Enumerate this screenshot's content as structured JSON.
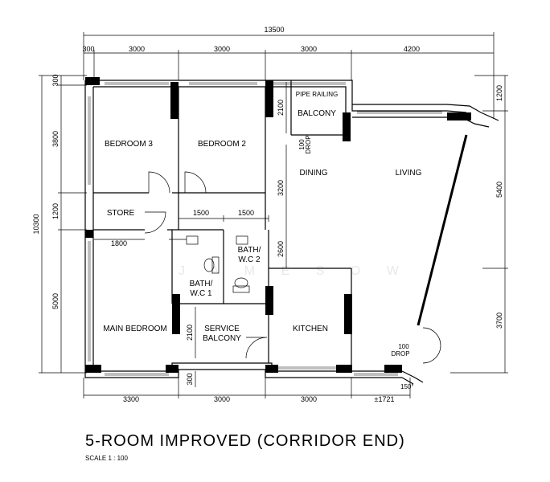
{
  "title": "5-ROOM IMPROVED (CORRIDOR END)",
  "scale": "SCALE 1 : 100",
  "watermark": "J A M E S O W",
  "dimensions": {
    "overall_width": "13500",
    "top": [
      "300",
      "3000",
      "3000",
      "3000",
      "4200"
    ],
    "bottom": [
      "3300",
      "3000",
      "3000",
      "±1721"
    ],
    "left_overall": "10300",
    "left": [
      "300",
      "3800",
      "1200",
      "5000"
    ],
    "right": [
      "1200",
      "5400",
      "3700"
    ],
    "bath_widths": [
      "1500",
      "1500"
    ],
    "internal": [
      "2100",
      "3200",
      "2600",
      "1800",
      "2100",
      "300"
    ]
  },
  "rooms": {
    "bedroom3": "BEDROOM 3",
    "bedroom2": "BEDROOM 2",
    "store": "STORE",
    "main_bedroom": "MAIN BEDROOM",
    "bath1_line1": "BATH/",
    "bath1_line2": "W.C 1",
    "bath2_line1": "BATH/",
    "bath2_line2": "W.C 2",
    "service_balcony_line1": "SERVICE",
    "service_balcony_line2": "BALCONY",
    "kitchen": "KITCHEN",
    "dining": "DINING",
    "living": "LIVING",
    "balcony": "BALCONY",
    "pipe_railing": "PIPE RAILING"
  },
  "annotations": {
    "drop1_top": "100",
    "drop1_bottom": "DROP",
    "drop2_top": "100",
    "drop2_bottom": "DROP",
    "angle": "150°"
  }
}
